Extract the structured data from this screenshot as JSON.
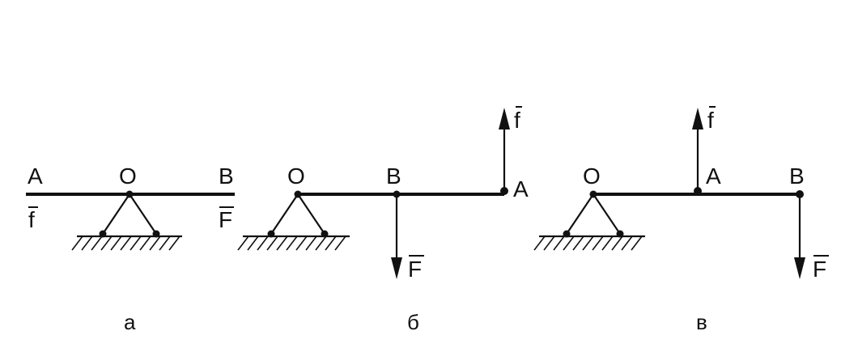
{
  "panels": [
    {
      "caption": "а",
      "labels": {
        "a": "A",
        "o": "O",
        "b": "B",
        "f": "f",
        "F": "F"
      }
    },
    {
      "caption": "б",
      "labels": {
        "o": "O",
        "b": "B",
        "a": "A",
        "f": "f",
        "F": "F"
      }
    },
    {
      "caption": "в",
      "labels": {
        "o": "O",
        "a": "A",
        "b": "B",
        "f": "f",
        "F": "F"
      }
    }
  ]
}
